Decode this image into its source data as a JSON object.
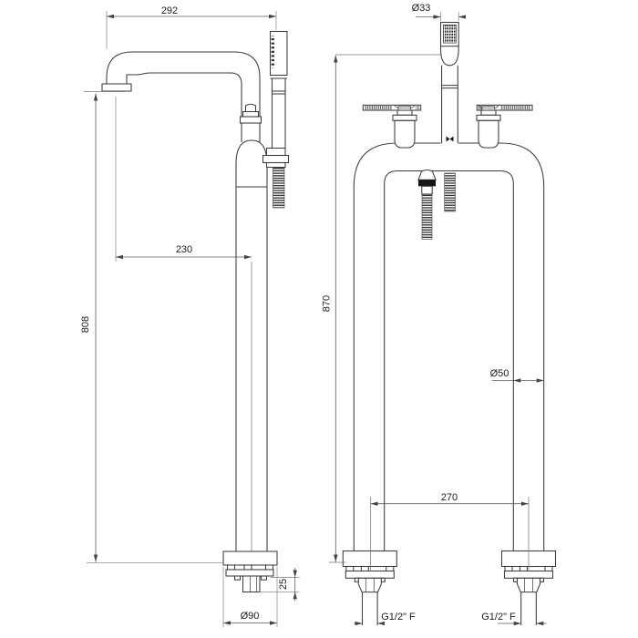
{
  "drawing": {
    "title": "freestanding-bath-mixer-technical-drawing",
    "background_color": "#ffffff",
    "line_color": "#3c3c3c",
    "dimension_line_color": "#5a5a5a",
    "text_color": "#1c1c1c"
  },
  "side_view": {
    "dim_spout_width": "292",
    "dim_spout_reach": "230",
    "dim_height": "808",
    "dim_base_thickness": "25",
    "dim_base_diameter": "Ø90"
  },
  "front_view": {
    "dim_handshower_diameter": "Ø33",
    "dim_height": "870",
    "dim_column_diameter": "Ø50",
    "dim_inlet_spacing": "270",
    "dim_left_inlet_thread": "G1/2\" F",
    "dim_right_inlet_thread": "G1/2\" F"
  }
}
